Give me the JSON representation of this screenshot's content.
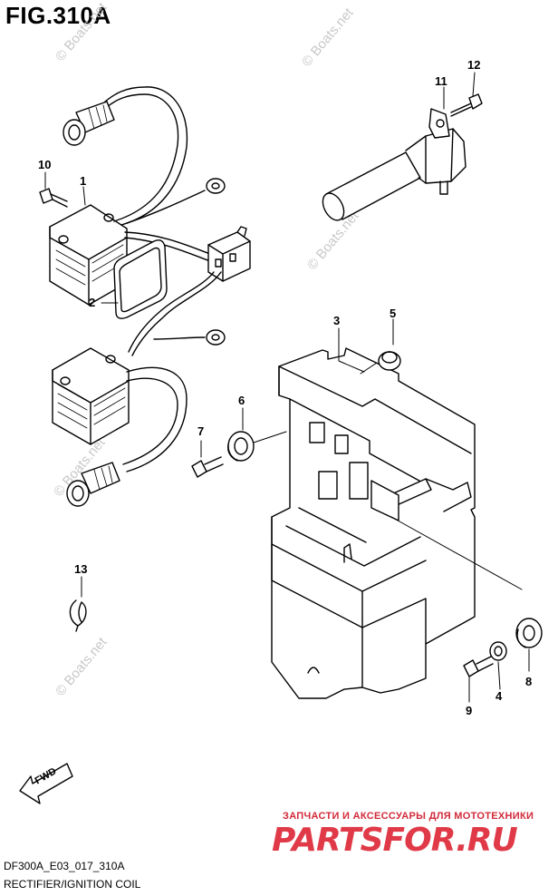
{
  "figure": {
    "title": "FIG.310A"
  },
  "callouts": [
    {
      "id": "1",
      "label": "1"
    },
    {
      "id": "2",
      "label": "2"
    },
    {
      "id": "3",
      "label": "3"
    },
    {
      "id": "4",
      "label": "4"
    },
    {
      "id": "5",
      "label": "5"
    },
    {
      "id": "6",
      "label": "6"
    },
    {
      "id": "7",
      "label": "7"
    },
    {
      "id": "8",
      "label": "8"
    },
    {
      "id": "9",
      "label": "9"
    },
    {
      "id": "10",
      "label": "10"
    },
    {
      "id": "11",
      "label": "11"
    },
    {
      "id": "12",
      "label": "12"
    },
    {
      "id": "13",
      "label": "13"
    }
  ],
  "fwd_label": "FWD",
  "watermark": "© Boats.net",
  "brand": {
    "tagline": "ЗАПЧАСТИ И АКСЕССУАРЫ ДЛЯ МОТОТЕХНИКИ",
    "logo": "PARTSFOR.RU",
    "color": "#e03a48"
  },
  "footer": {
    "code": "DF300A_E03_017_310A",
    "caption": "RECTIFIER/IGNITION COIL"
  }
}
